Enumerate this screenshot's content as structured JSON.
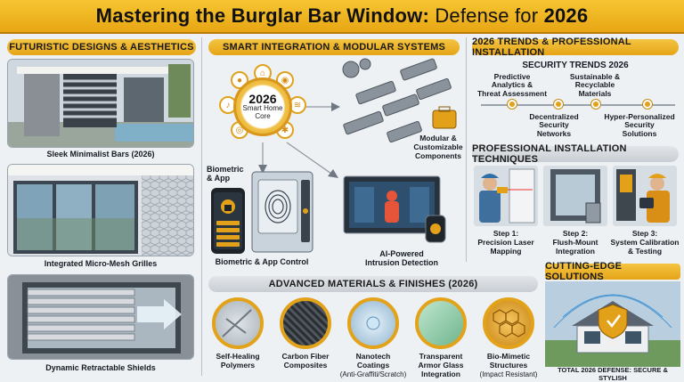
{
  "title": {
    "pre": "Mastering the Burglar Bar Window: ",
    "mid": "Defense for ",
    "year": "2026"
  },
  "left": {
    "header": "FUTURISTIC DESIGNS & AESTHETICS",
    "items": [
      {
        "caption": "Sleek Minimalist Bars (2026)"
      },
      {
        "caption": "Integrated Micro-Mesh Grilles"
      },
      {
        "caption": "Dynamic Retractable Shields"
      }
    ]
  },
  "middle": {
    "header": "SMART INTEGRATION & MODULAR SYSTEMS",
    "core": {
      "year": "2026",
      "line1": "Smart Home",
      "line2": "Core"
    },
    "modular": {
      "line1": "Modular &",
      "line2": "Customizable",
      "line3": "Components"
    },
    "biometric_label": {
      "line1": "Biometric",
      "line2": "& App"
    },
    "biometric_caption": "Biometric & App Control",
    "ai": {
      "line1": "AI-Powered",
      "line2": "Intrusion Detection"
    }
  },
  "materials": {
    "header": "ADVANCED MATERIALS & FINISHES (2026)",
    "items": [
      {
        "line1": "Self-Healing",
        "line2": "Polymers",
        "line3": "",
        "sub": ""
      },
      {
        "line1": "Carbon Fiber",
        "line2": "Composites",
        "line3": "",
        "sub": ""
      },
      {
        "line1": "Nanotech",
        "line2": "Coatings",
        "line3": "",
        "sub": "(Anti-Graffiti/Scratch)"
      },
      {
        "line1": "Transparent",
        "line2": "Armor Glass",
        "line3": "Integration",
        "sub": ""
      },
      {
        "line1": "Bio-Mimetic",
        "line2": "Structures",
        "line3": "",
        "sub": "(Impact Resistant)"
      }
    ]
  },
  "right": {
    "header": "2026 TRENDS & PROFESSIONAL INSTALLATION",
    "trends_title": "SECURITY TRENDS 2026",
    "trends": [
      {
        "line1": "Predictive",
        "line2": "Analytics &",
        "line3": "Threat Assessment"
      },
      {
        "line1": "Decentralized",
        "line2": "Security",
        "line3": "Networks"
      },
      {
        "line1": "Sustainable &",
        "line2": "Recyclable",
        "line3": "Materials"
      },
      {
        "line1": "Hyper-Personalized",
        "line2": "Security",
        "line3": "Solutions"
      }
    ],
    "install_header": "PROFESSIONAL INSTALLATION TECHNIQUES",
    "steps": [
      {
        "line1": "Step 1:",
        "line2": "Precision Laser",
        "line3": "Mapping"
      },
      {
        "line1": "Step 2:",
        "line2": "Flush-Mount",
        "line3": "Integration"
      },
      {
        "line1": "Step 3:",
        "line2": "System Calibration",
        "line3": "& Testing"
      }
    ],
    "cutting_header": "CUTTING-EDGE SOLUTIONS",
    "cutting_caption": "TOTAL 2026 DEFENSE: SECURE & STYLISH"
  },
  "colors": {
    "accent": "#e8a614",
    "dark": "#1c2733",
    "panel": "#eef1f4"
  }
}
